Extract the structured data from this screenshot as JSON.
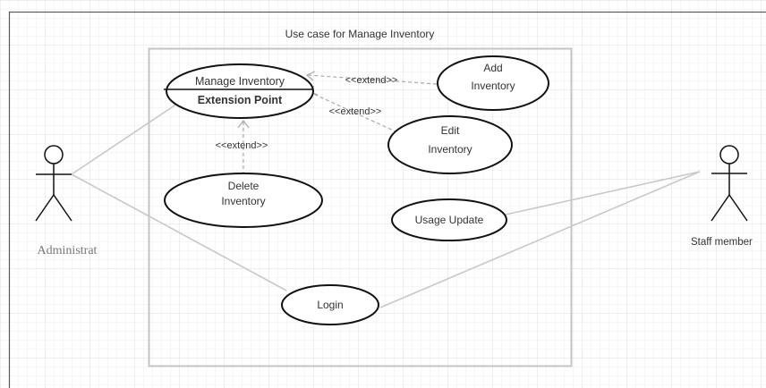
{
  "diagram": {
    "title": "Use case for Manage  Inventory",
    "actors": {
      "admin": "Administrat",
      "staff": "Staff member"
    },
    "use_cases": {
      "manage_inventory": "Manage Inventory",
      "extension_point": "Extension Point",
      "add_inventory": [
        "Add",
        "Inventory"
      ],
      "edit_inventory": [
        "Edit",
        "Inventory"
      ],
      "delete_inventory": [
        "Delete",
        "Inventory"
      ],
      "usage_update": "Usage Update",
      "login": "Login"
    },
    "relations": {
      "extend_add": "<<extend>>",
      "extend_edit": "<<extend>>",
      "extend_delete": "<<extend>>"
    }
  },
  "colors": {
    "grid_minor": "#eeeeee",
    "grid_major": "#dcdcdc",
    "frame": "#5a5a5a",
    "boundary": "#c4c4c4",
    "ellipse_stroke": "#111111",
    "association": "#c8c8c8",
    "dashed": "#aaaaaa",
    "text": "#333333",
    "actor_label": "#777777"
  }
}
